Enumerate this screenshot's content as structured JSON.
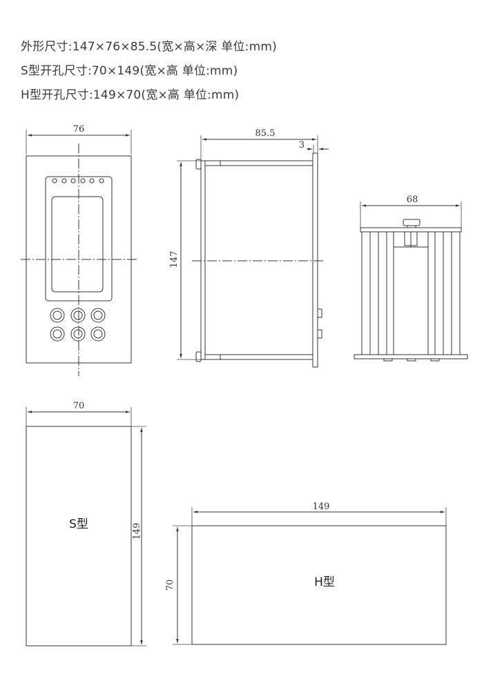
{
  "specs": {
    "outline": "外形尺寸:147×76×85.5(宽×高×深  单位:mm)",
    "s_cutout": "S型开孔尺寸:70×149(宽×高  单位:mm)",
    "h_cutout": "H型开孔尺寸:149×70(宽×高  单位:mm)"
  },
  "front_view": {
    "width_label": "76"
  },
  "side_view": {
    "depth_label": "85.5",
    "flange_label": "3",
    "height_label": "147"
  },
  "top_view": {
    "width_label": "68"
  },
  "s_cutout_view": {
    "width_label": "70",
    "height_label": "149",
    "name": "S型"
  },
  "h_cutout_view": {
    "width_label": "149",
    "height_label": "70",
    "name": "H型"
  }
}
